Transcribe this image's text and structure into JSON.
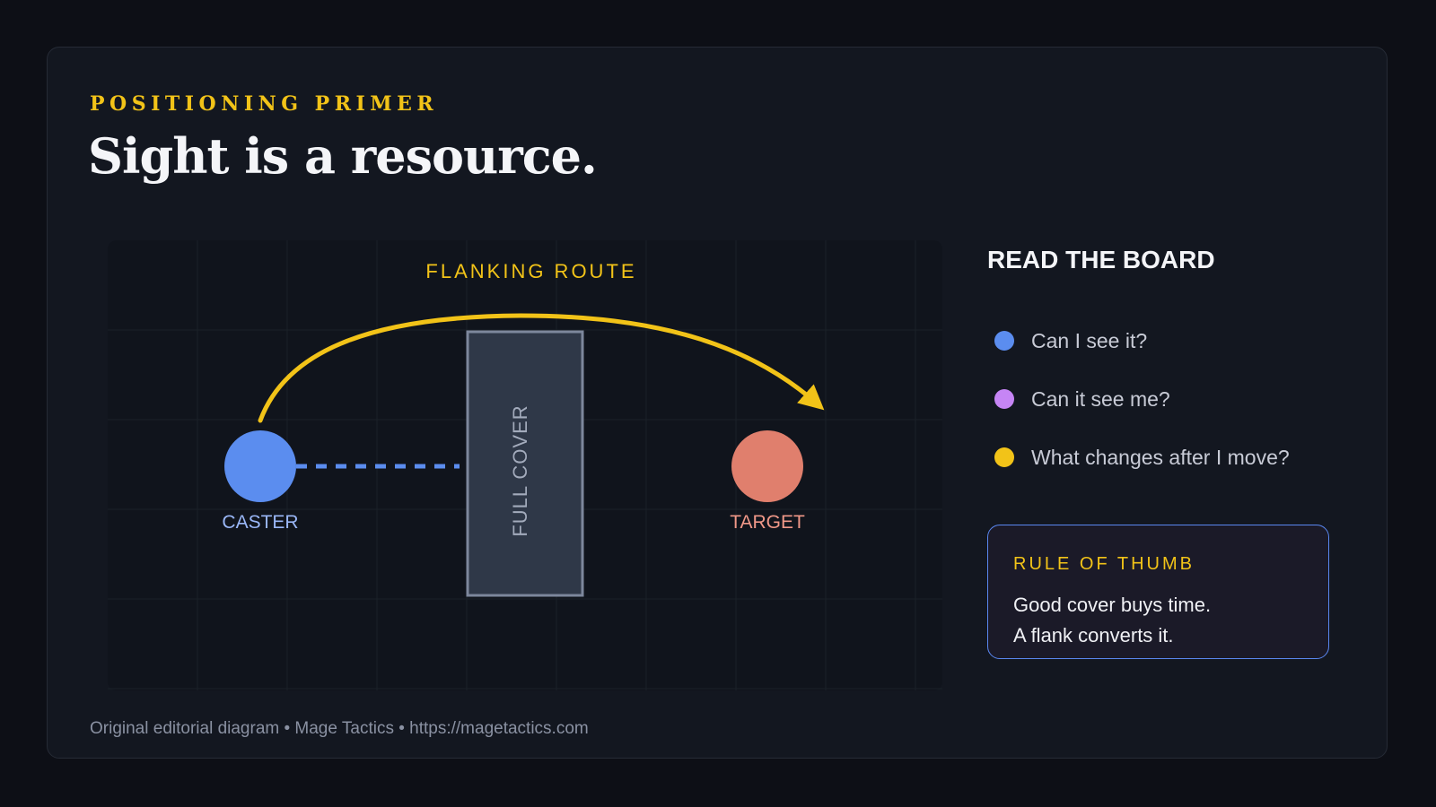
{
  "header": {
    "eyebrow": "POSITIONING PRIMER",
    "title": "Sight is a resource."
  },
  "diagram": {
    "route_label": "FLANKING ROUTE",
    "cover_label": "FULL COVER",
    "caster_label": "CASTER",
    "target_label": "TARGET",
    "colors": {
      "caster": "#5b8def",
      "target": "#e07f6d",
      "route": "#f2c318",
      "cover_fill": "#2f3848",
      "cover_stroke": "#7d879c",
      "sightline": "#5b8def"
    }
  },
  "panel": {
    "heading": "READ THE BOARD",
    "questions": [
      {
        "text": "Can I see it?",
        "color": "#5b8def"
      },
      {
        "text": "Can it see me?",
        "color": "#c685f5"
      },
      {
        "text": "What changes after I move?",
        "color": "#f2c318"
      }
    ]
  },
  "rule": {
    "title": "RULE OF THUMB",
    "lines": [
      "Good cover buys time.",
      "A flank converts it."
    ]
  },
  "footer": {
    "text": "Original editorial diagram • Mage Tactics • https://magetactics.com"
  }
}
